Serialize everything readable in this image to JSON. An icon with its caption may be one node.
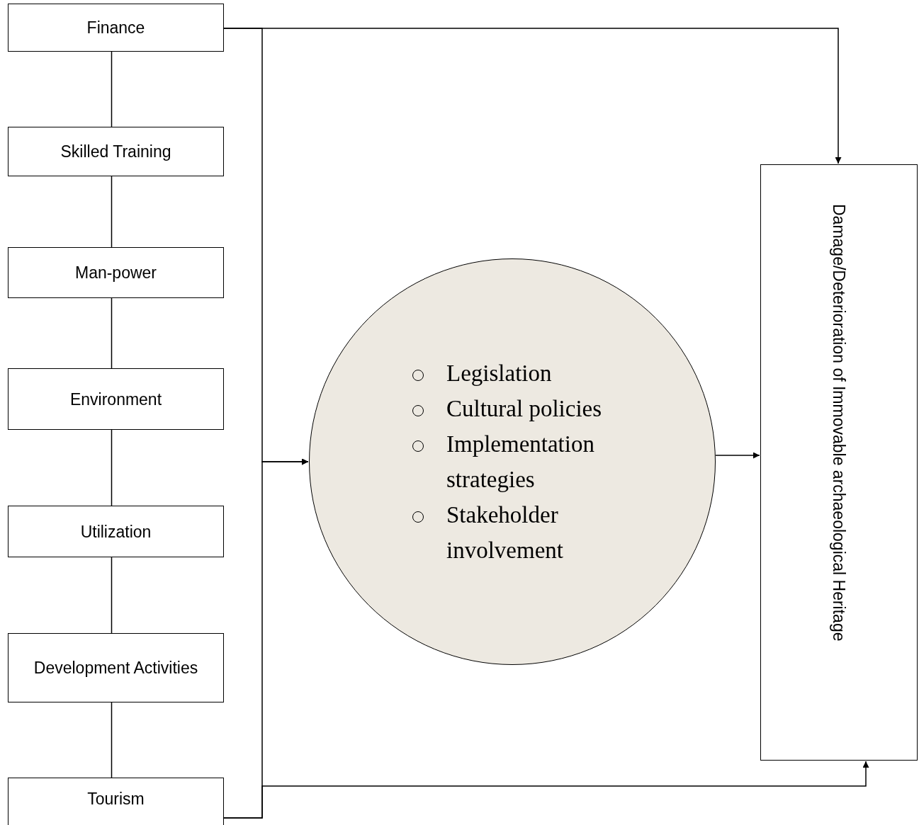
{
  "diagram": {
    "nodes": [
      {
        "text": [
          "Finance"
        ]
      },
      {
        "text": [
          "Skilled Training"
        ]
      },
      {
        "text": [
          "Man-power"
        ]
      },
      {
        "text": [
          "Environment"
        ]
      },
      {
        "text": [
          "Utilization"
        ]
      },
      {
        "text": [
          "Development Activities"
        ]
      },
      {
        "text": [
          "Tourism"
        ]
      },
      {
        "text": [
          "Legislation",
          "Cultural policies",
          "Implementation strategies",
          "Stakeholder involvement"
        ]
      },
      {
        "text": [
          "Damage/Deterioration of Immovable archaeological Heritage"
        ]
      }
    ],
    "edges": [
      {
        "from": 0,
        "to": 1,
        "arrow": "none"
      },
      {
        "from": 1,
        "to": 2,
        "arrow": "none"
      },
      {
        "from": 2,
        "to": 3,
        "arrow": "none"
      },
      {
        "from": 3,
        "to": 4,
        "arrow": "none"
      },
      {
        "from": 4,
        "to": 5,
        "arrow": "none"
      },
      {
        "from": 5,
        "to": 6,
        "arrow": "none"
      },
      {
        "from": 0,
        "to": 8,
        "arrow": "to"
      },
      {
        "from": 0,
        "to": 7,
        "arrow": "to"
      },
      {
        "from": 6,
        "to": 7,
        "arrow": "to"
      },
      {
        "from": 6,
        "to": 8,
        "arrow": "to"
      },
      {
        "from": 7,
        "to": 8,
        "arrow": "to"
      }
    ]
  }
}
